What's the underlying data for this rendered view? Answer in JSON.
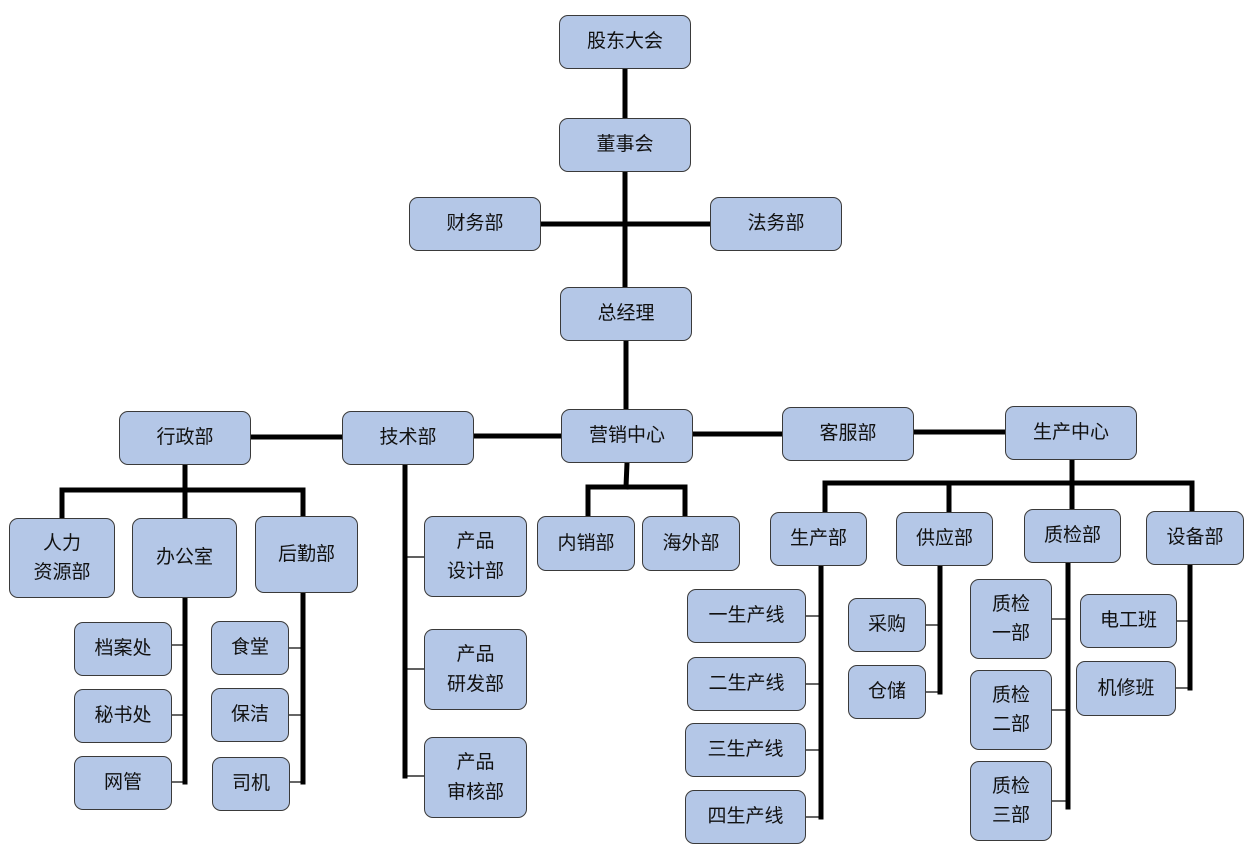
{
  "nodes": {
    "shareholders": "股东大会",
    "board": "董事会",
    "finance": "财务部",
    "legal": "法务部",
    "gm": "总经理",
    "admin": "行政部",
    "tech": "技术部",
    "marketing": "营销中心",
    "service": "客服部",
    "production_center": "生产中心",
    "hr": "人力\n资源部",
    "office": "办公室",
    "logistics": "后勤部",
    "product_design": "产品\n设计部",
    "product_rd": "产品\n研发部",
    "product_review": "产品\n审核部",
    "domestic_sales": "内销部",
    "overseas": "海外部",
    "production": "生产部",
    "supply": "供应部",
    "qc": "质检部",
    "equipment": "设备部",
    "archives": "档案处",
    "secretary": "秘书处",
    "netadmin": "网管",
    "canteen": "食堂",
    "cleaning": "保洁",
    "driver": "司机",
    "line1": "一生产线",
    "line2": "二生产线",
    "line3": "三生产线",
    "line4": "四生产线",
    "purchasing": "采购",
    "warehouse": "仓储",
    "qc1": "质检\n一部",
    "qc2": "质检\n二部",
    "qc3": "质检\n三部",
    "electrician": "电工班",
    "mechanic": "机修班"
  },
  "colors": {
    "node_fill": "#b4c7e7",
    "node_border": "#3a3a3a",
    "connector": "#000000"
  }
}
